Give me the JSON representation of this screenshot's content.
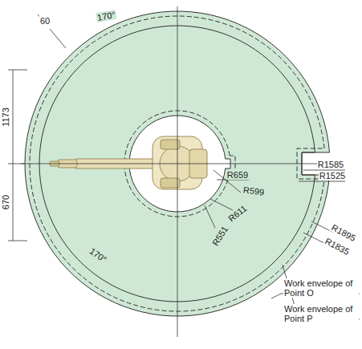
{
  "diagram": {
    "labels": [
      "60",
      "170°",
      "R659",
      "R599",
      "R611",
      "R551",
      "R1585",
      "R1525",
      "R1895",
      "R1835",
      "170°",
      "Work envelope of Point O",
      "Work envelope of Point P",
      "1173",
      "670"
    ]
  }
}
